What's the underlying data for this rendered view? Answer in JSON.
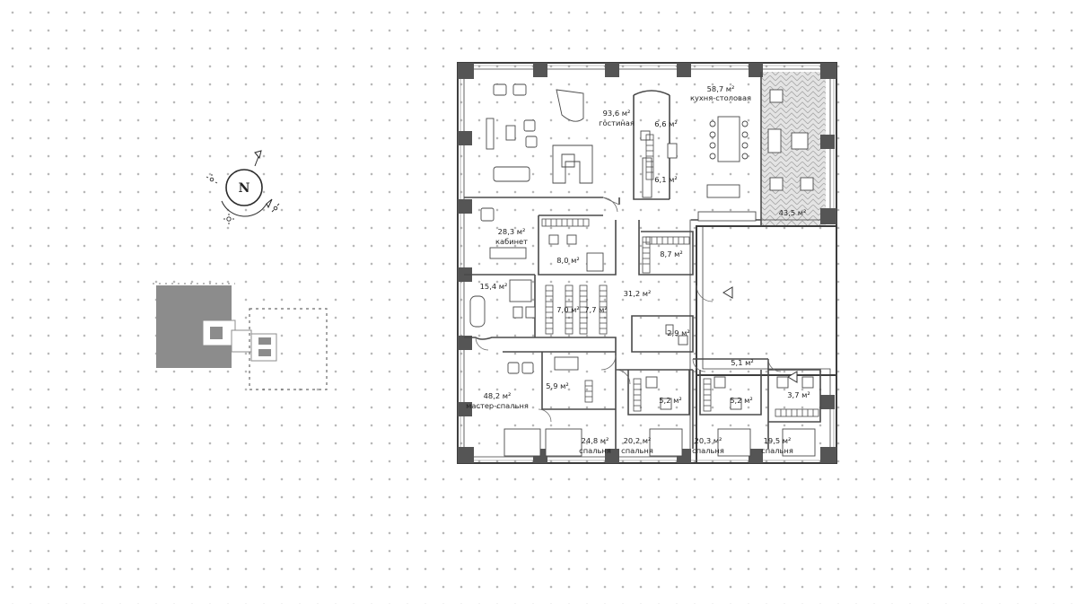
{
  "compass": {
    "label": "N"
  },
  "rooms": [
    {
      "id": "living",
      "area": "93,6 м²",
      "name": "гостиная"
    },
    {
      "id": "kitchen",
      "area": "58,7 м²",
      "name": "кухня-столовая"
    },
    {
      "id": "storage-a",
      "area": "6,6 м²",
      "name": ""
    },
    {
      "id": "storage-b",
      "area": "6,1 м²",
      "name": ""
    },
    {
      "id": "terrace",
      "area": "43,5 м²",
      "name": ""
    },
    {
      "id": "study",
      "area": "28,3 м²",
      "name": "кабинет"
    },
    {
      "id": "bath-study",
      "area": "8,0 м²",
      "name": ""
    },
    {
      "id": "wardrobe-a",
      "area": "8,7 м²",
      "name": ""
    },
    {
      "id": "bath-master",
      "area": "15,4 м²",
      "name": ""
    },
    {
      "id": "wardrobe-b",
      "area": "7,0 м²",
      "name": ""
    },
    {
      "id": "wardrobe-c",
      "area": "7,7 м²",
      "name": ""
    },
    {
      "id": "hall",
      "area": "31,2 м²",
      "name": ""
    },
    {
      "id": "wc",
      "area": "2,9 м²",
      "name": ""
    },
    {
      "id": "corridor",
      "area": "5,1 м²",
      "name": ""
    },
    {
      "id": "bath-b",
      "area": "5,9 м²",
      "name": ""
    },
    {
      "id": "master-bedroom",
      "area": "48,2 м²",
      "name": "мастер-спальня"
    },
    {
      "id": "bath-c",
      "area": "5,2 м²",
      "name": ""
    },
    {
      "id": "bath-d",
      "area": "5,2 м²",
      "name": ""
    },
    {
      "id": "bath-e",
      "area": "3,7 м²",
      "name": ""
    },
    {
      "id": "bedroom-1",
      "area": "24,8 м²",
      "name": "спальня"
    },
    {
      "id": "bedroom-2",
      "area": "20,2 м²",
      "name": "спальня"
    },
    {
      "id": "bedroom-3",
      "area": "20,3 м²",
      "name": "спальня"
    },
    {
      "id": "bedroom-4",
      "area": "19,5 м²",
      "name": "спальня"
    }
  ],
  "colors": {
    "wall": "#3d3d3d",
    "column": "#555555",
    "line": "#5a5a5a",
    "terrace": "#dedede",
    "building_mass": "#8c8c8c",
    "dots": "#b9b9b9"
  }
}
